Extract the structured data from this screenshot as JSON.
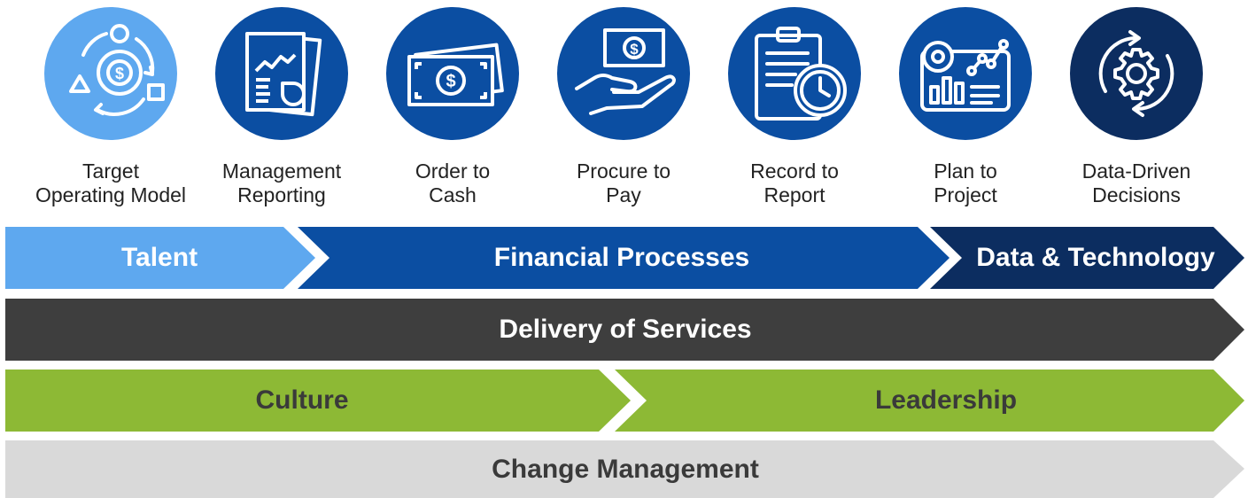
{
  "icons": [
    {
      "icon": "target-operating-model-icon",
      "line1": "Target",
      "line2": "Operating Model",
      "color": "#5ea8ef"
    },
    {
      "icon": "management-reporting-icon",
      "line1": "Management",
      "line2": "Reporting",
      "color": "#0b4ea2"
    },
    {
      "icon": "order-to-cash-icon",
      "line1": "Order to",
      "line2": "Cash",
      "color": "#0b4ea2"
    },
    {
      "icon": "procure-to-pay-icon",
      "line1": "Procure to",
      "line2": "Pay",
      "color": "#0b4ea2"
    },
    {
      "icon": "record-to-report-icon",
      "line1": "Record to",
      "line2": "Report",
      "color": "#0b4ea2"
    },
    {
      "icon": "plan-to-project-icon",
      "line1": "Plan to",
      "line2": "Project",
      "color": "#0b4ea2"
    },
    {
      "icon": "data-driven-decisions-icon",
      "line1": "Data-Driven",
      "line2": "Decisions",
      "color": "#0c2d60"
    }
  ],
  "bands": {
    "talent": "Talent",
    "financial_processes": "Financial Processes",
    "data_technology": "Data & Technology",
    "delivery": "Delivery of Services",
    "culture": "Culture",
    "leadership": "Leadership",
    "change": "Change Management"
  },
  "colors": {
    "light_blue": "#5ea8ef",
    "mid_blue": "#0b4ea2",
    "dark_navy": "#0c2d60",
    "charcoal": "#3e3e3e",
    "green": "#8db935",
    "light_gray": "#d9d9d9"
  }
}
